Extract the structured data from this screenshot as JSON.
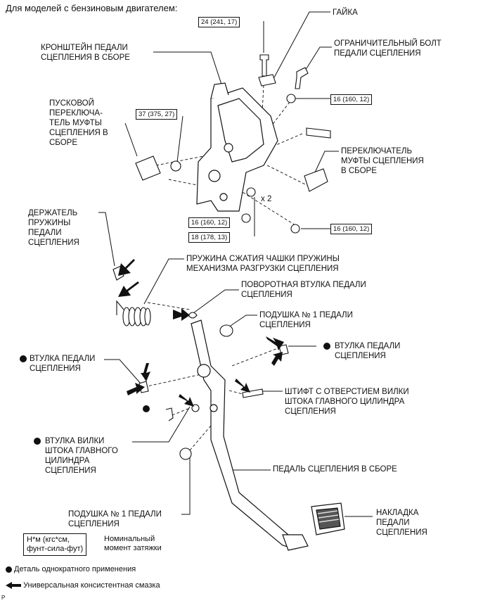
{
  "title": "Для моделей с бензиновым двигателем:",
  "labels": {
    "nut": "ГАЙКА",
    "bracket": "КРОНШТЕЙН ПЕДАЛИ\nСЦЕПЛЕНИЯ В СБОРЕ",
    "stop_bolt": "ОГРАНИЧИТЕЛЬНЫЙ БОЛТ\nПЕДАЛИ СЦЕПЛЕНИЯ",
    "start_switch": "ПУСКОВОЙ\nПЕРЕКЛЮЧА-\nТЕЛЬ МУФТЫ\nСЦЕПЛЕНИЯ В\nСБОРЕ",
    "clutch_switch": "ПЕРЕКЛЮЧАТЕЛЬ\nМУФТЫ СЦЕПЛЕНИЯ\nВ СБОРЕ",
    "spring_holder": "ДЕРЖАТЕЛЬ\nПРУЖИНЫ\nПЕДАЛИ\nСЦЕПЛЕНИЯ",
    "spring": "ПРУЖИНА СЖАТИЯ ЧАШКИ ПРУЖИНЫ\nМЕХАНИЗМА РАЗГРУЗКИ СЦЕПЛЕНИЯ",
    "turn_bushing": "ПОВОРОТНАЯ ВТУЛКА ПЕДАЛИ\nСЦЕПЛЕНИЯ",
    "cushion_top": "ПОДУШКА № 1 ПЕДАЛИ\nСЦЕПЛЕНИЯ",
    "bushing_left": "ВТУЛКА ПЕДАЛИ\nСЦЕПЛЕНИЯ",
    "bushing_right": "ВТУЛКА ПЕДАЛИ\nСЦЕПЛЕНИЯ",
    "pin": "ШТИФТ С ОТВЕРСТИЕМ ВИЛКИ\nШТОКА ГЛАВНОГО ЦИЛИНДРА\nСЦЕПЛЕНИЯ",
    "yoke_bushing": "ВТУЛКА ВИЛКИ\nШТОКА ГЛАВНОГО\nЦИЛИНДРА\nСЦЕПЛЕНИЯ",
    "pedal": "ПЕДАЛЬ СЦЕПЛЕНИЯ В СБОРЕ",
    "cushion_bottom": "ПОДУШКА № 1 ПЕДАЛИ\nСЦЕПЛЕНИЯ",
    "pad": "НАКЛАДКА\nПЕДАЛИ\nСЦЕПЛЕНИЯ"
  },
  "torques": {
    "t1": "24 (241, 17)",
    "t2": "16 (160, 12)",
    "t3": "37 (375, 27)",
    "t4": "16 (160, 12)",
    "t5": "18 (178, 13)",
    "t6": "16 (160, 12)"
  },
  "x2": "x 2",
  "legend": {
    "unit": "Н*м (кгс*см,\nфунт-сила-фут)",
    "meaning": "Номинальный\nмомент затяжки",
    "once": "Деталь однократного применения",
    "grease": "Универсальная консистентная смазка"
  },
  "code": "P"
}
